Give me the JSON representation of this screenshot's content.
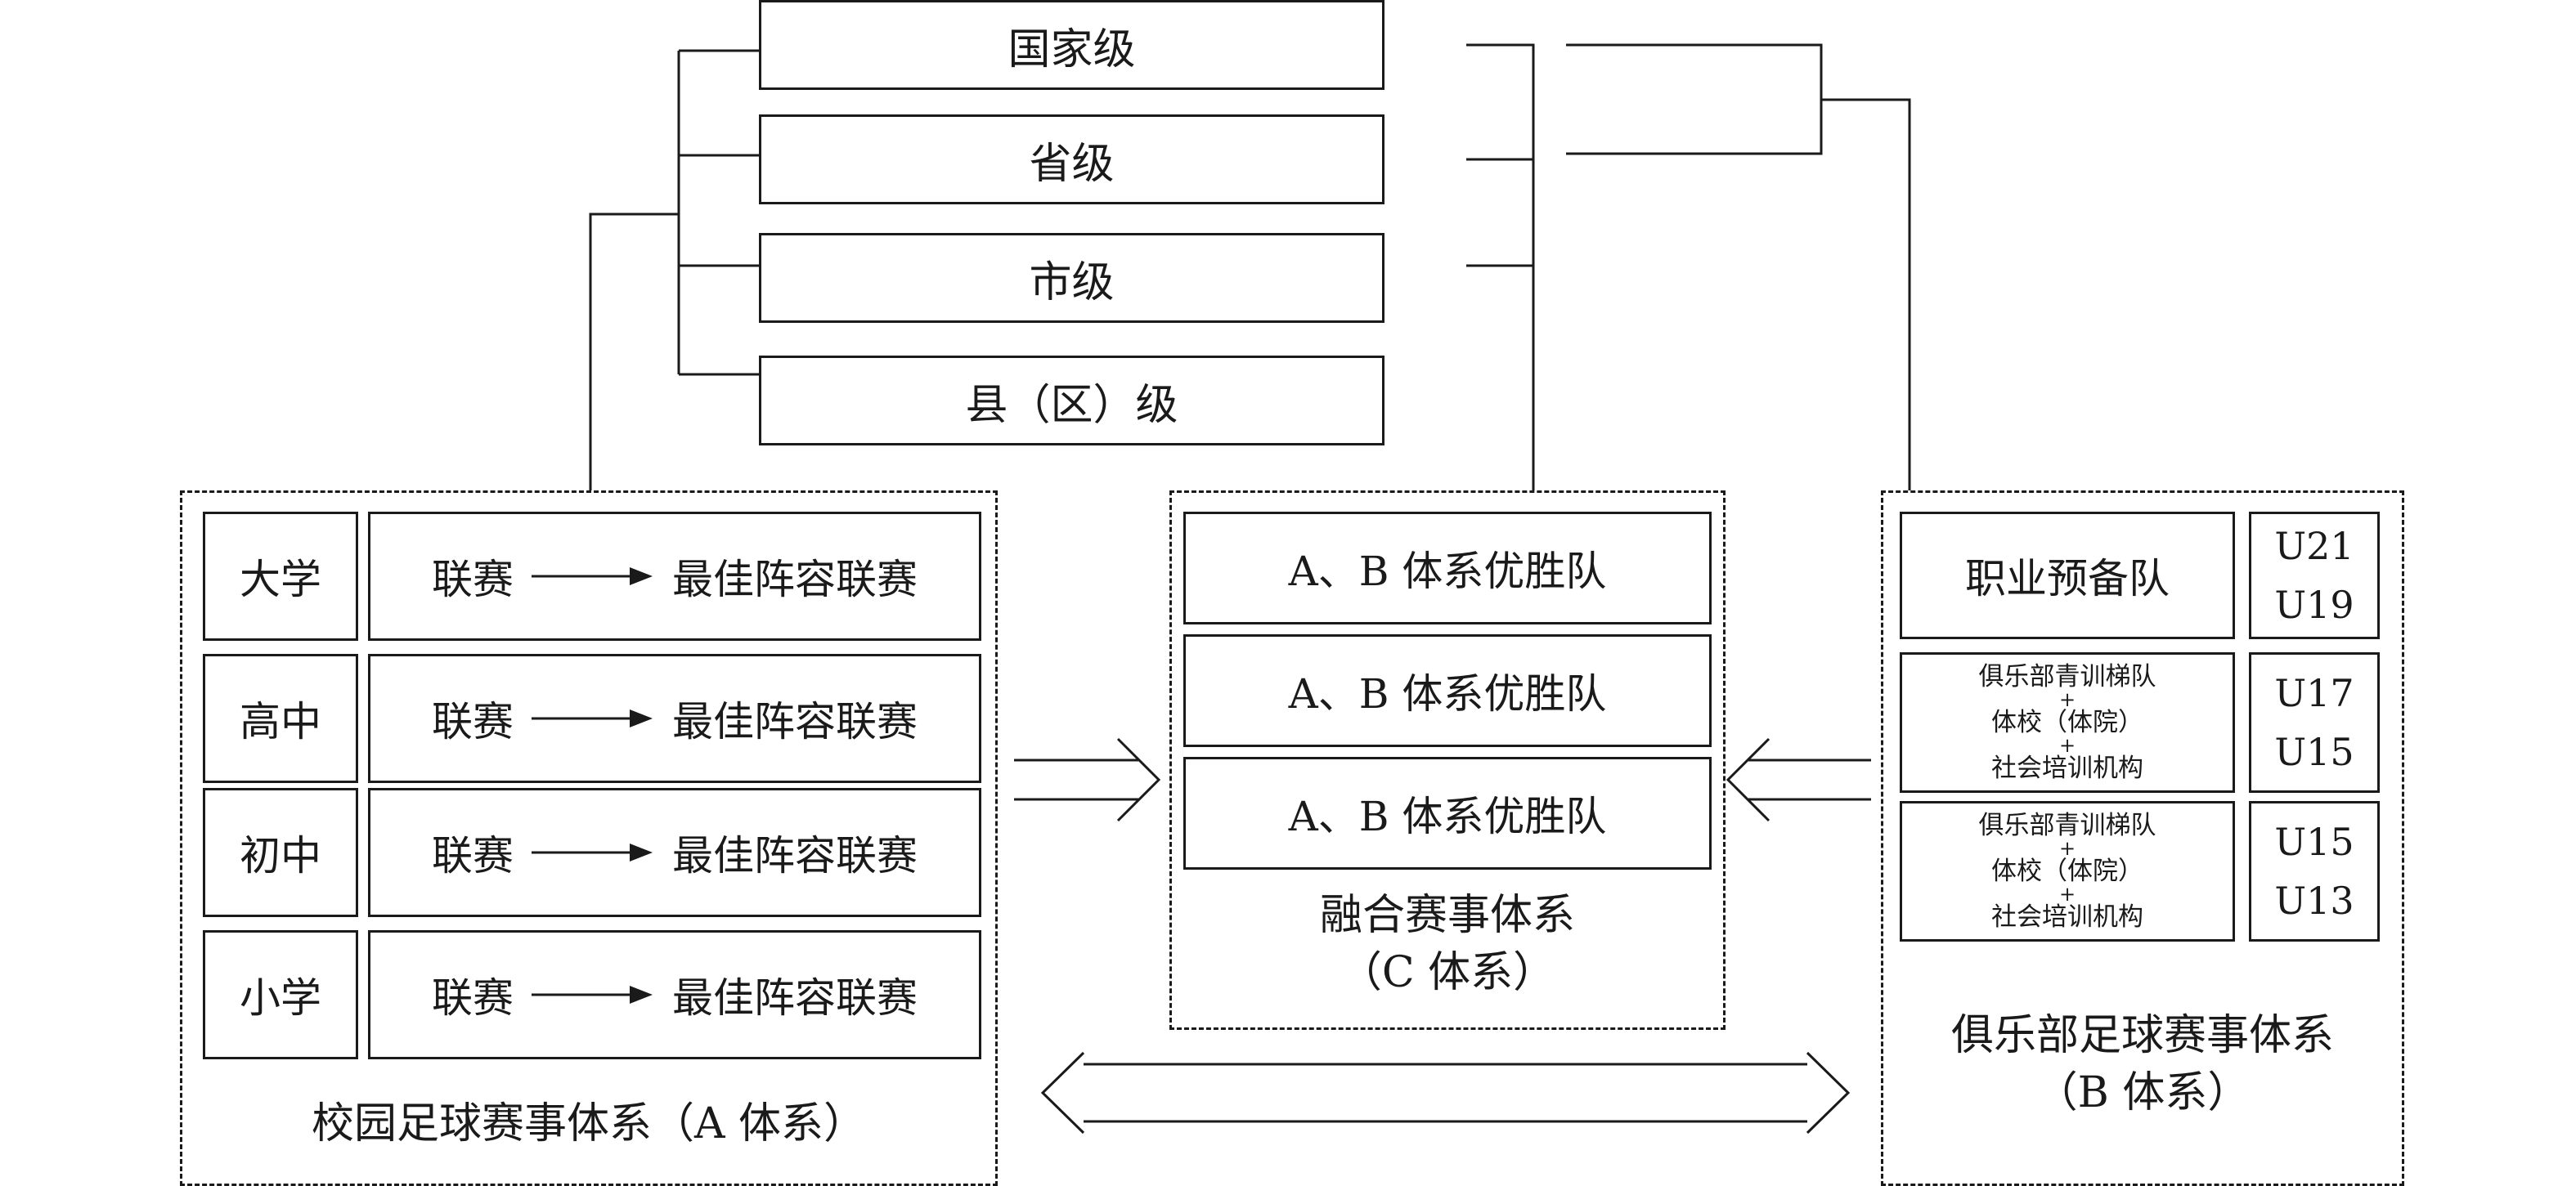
{
  "levels": [
    "国家级",
    "省级",
    "市级",
    "县（区）级"
  ],
  "system_a": {
    "caption": "校园足球赛事体系（A 体系）",
    "rows": [
      {
        "stage": "大学",
        "league": "联赛",
        "best": "最佳阵容联赛"
      },
      {
        "stage": "高中",
        "league": "联赛",
        "best": "最佳阵容联赛"
      },
      {
        "stage": "初中",
        "league": "联赛",
        "best": "最佳阵容联赛"
      },
      {
        "stage": "小学",
        "league": "联赛",
        "best": "最佳阵容联赛"
      }
    ]
  },
  "system_c": {
    "caption_line1": "融合赛事体系",
    "caption_line2": "（C 体系）",
    "boxes": [
      "A、B 体系优胜队",
      "A、B 体系优胜队",
      "A、B 体系优胜队"
    ]
  },
  "system_b": {
    "caption_line1": "俱乐部足球赛事体系",
    "caption_line2": "（B 体系）",
    "pro_team": "职业预备队",
    "ages_top": [
      "U21",
      "U19"
    ],
    "stack_items": [
      "俱乐部青训梯队",
      "+",
      "体校（体院）",
      "+",
      "社会培训机构"
    ],
    "ages_mid": [
      "U17",
      "U15"
    ],
    "ages_bottom": [
      "U15",
      "U13"
    ]
  }
}
